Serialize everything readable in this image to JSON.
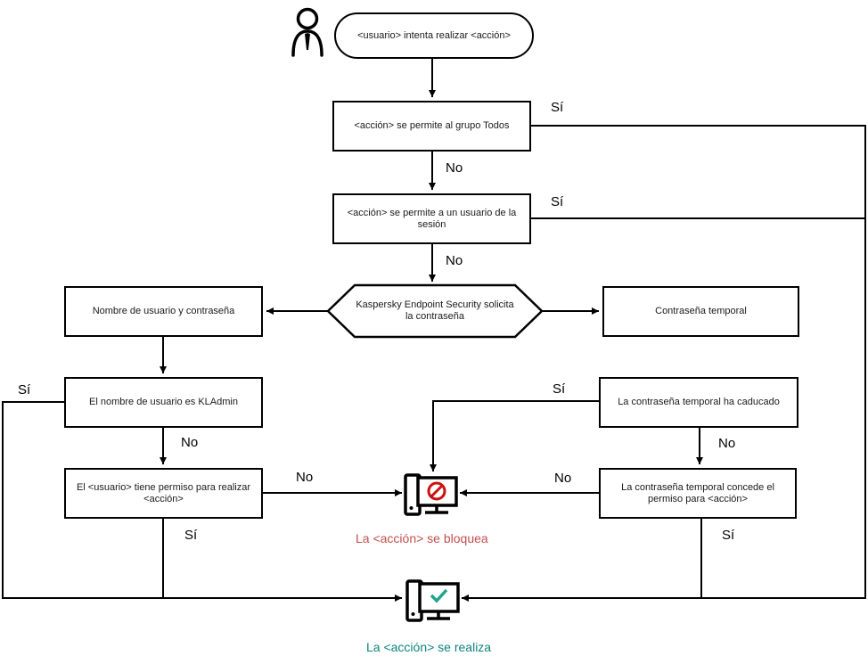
{
  "nodes": {
    "start": "<usuario> intenta realizar <acción>",
    "grupo_todos": "<acción> se permite al grupo Todos",
    "usuario_sesion": "<acción> se permite a un usuario de la sesión",
    "solicita_contrasena": "Kaspersky Endpoint Security solicita la contraseña",
    "nombre_usuario": "Nombre de usuario y contraseña",
    "contrasena_temporal": "Contraseña temporal",
    "kladmin": "El nombre de usuario es KLAdmin",
    "permiso": "El <usuario> tiene permiso para realizar <acción>",
    "caducado": "La contraseña temporal ha caducado",
    "concede": "La contraseña temporal concede el permiso para <acción>"
  },
  "labels": {
    "yes": "Sí",
    "no": "No"
  },
  "outcomes": {
    "blocked": "La <acción> se bloquea",
    "success": "La <acción> se realiza"
  },
  "colors": {
    "line": "#000000",
    "blocked_text": "#c0504d",
    "blocked_icon": "#cc1111",
    "success_text": "#0f837c",
    "success_icon": "#1fa58d"
  }
}
